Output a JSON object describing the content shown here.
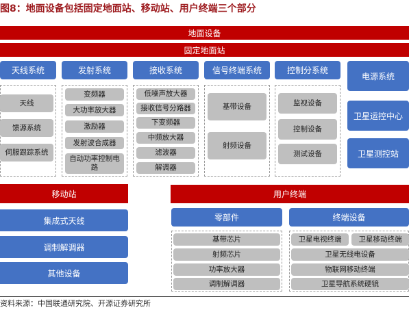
{
  "title": "图8：地面设备包括固定地面站、移动站、用户终端三个部分",
  "bars": {
    "ground_equipment": "地面设备",
    "fixed_station": "固定地面站",
    "mobile_station": "移动站",
    "user_terminal": "用户终端"
  },
  "systems": {
    "antenna": {
      "header": "天线系统",
      "items": [
        "天线",
        "馈源系统",
        "伺服跟踪系统"
      ]
    },
    "transmit": {
      "header": "发射系统",
      "items": [
        "变频器",
        "大功率放大器",
        "激励器",
        "发射波合成器",
        "自动功率控制电路"
      ]
    },
    "receive": {
      "header": "接收系统",
      "items": [
        "低噪声放大器",
        "接收信号分路器",
        "下变频器",
        "中频放大器",
        "滤波器",
        "解调器"
      ]
    },
    "signal_terminal": {
      "header": "信号终端系统",
      "items": [
        "基带设备",
        "射频设备"
      ]
    },
    "control": {
      "header": "控制分系统",
      "items": [
        "监视设备",
        "控制设备",
        "测试设备"
      ]
    },
    "power": {
      "items": [
        "电源系统",
        "卫星运控中心",
        "卫星测控站"
      ]
    }
  },
  "mobile": {
    "items": [
      "集成式天线",
      "调制解调器",
      "其他设备"
    ]
  },
  "terminal": {
    "parts": {
      "header": "零部件",
      "items": [
        "基带芯片",
        "射频芯片",
        "功率放大器",
        "调制解调器"
      ]
    },
    "devices": {
      "header": "终端设备",
      "items": [
        "卫星电视终端",
        "卫星移动终端",
        "卫星无线电设备",
        "物联网移动终端",
        "卫星导航系统硬镜"
      ]
    }
  },
  "source": "资料来源：中国联通研究院、开源证券研究所"
}
